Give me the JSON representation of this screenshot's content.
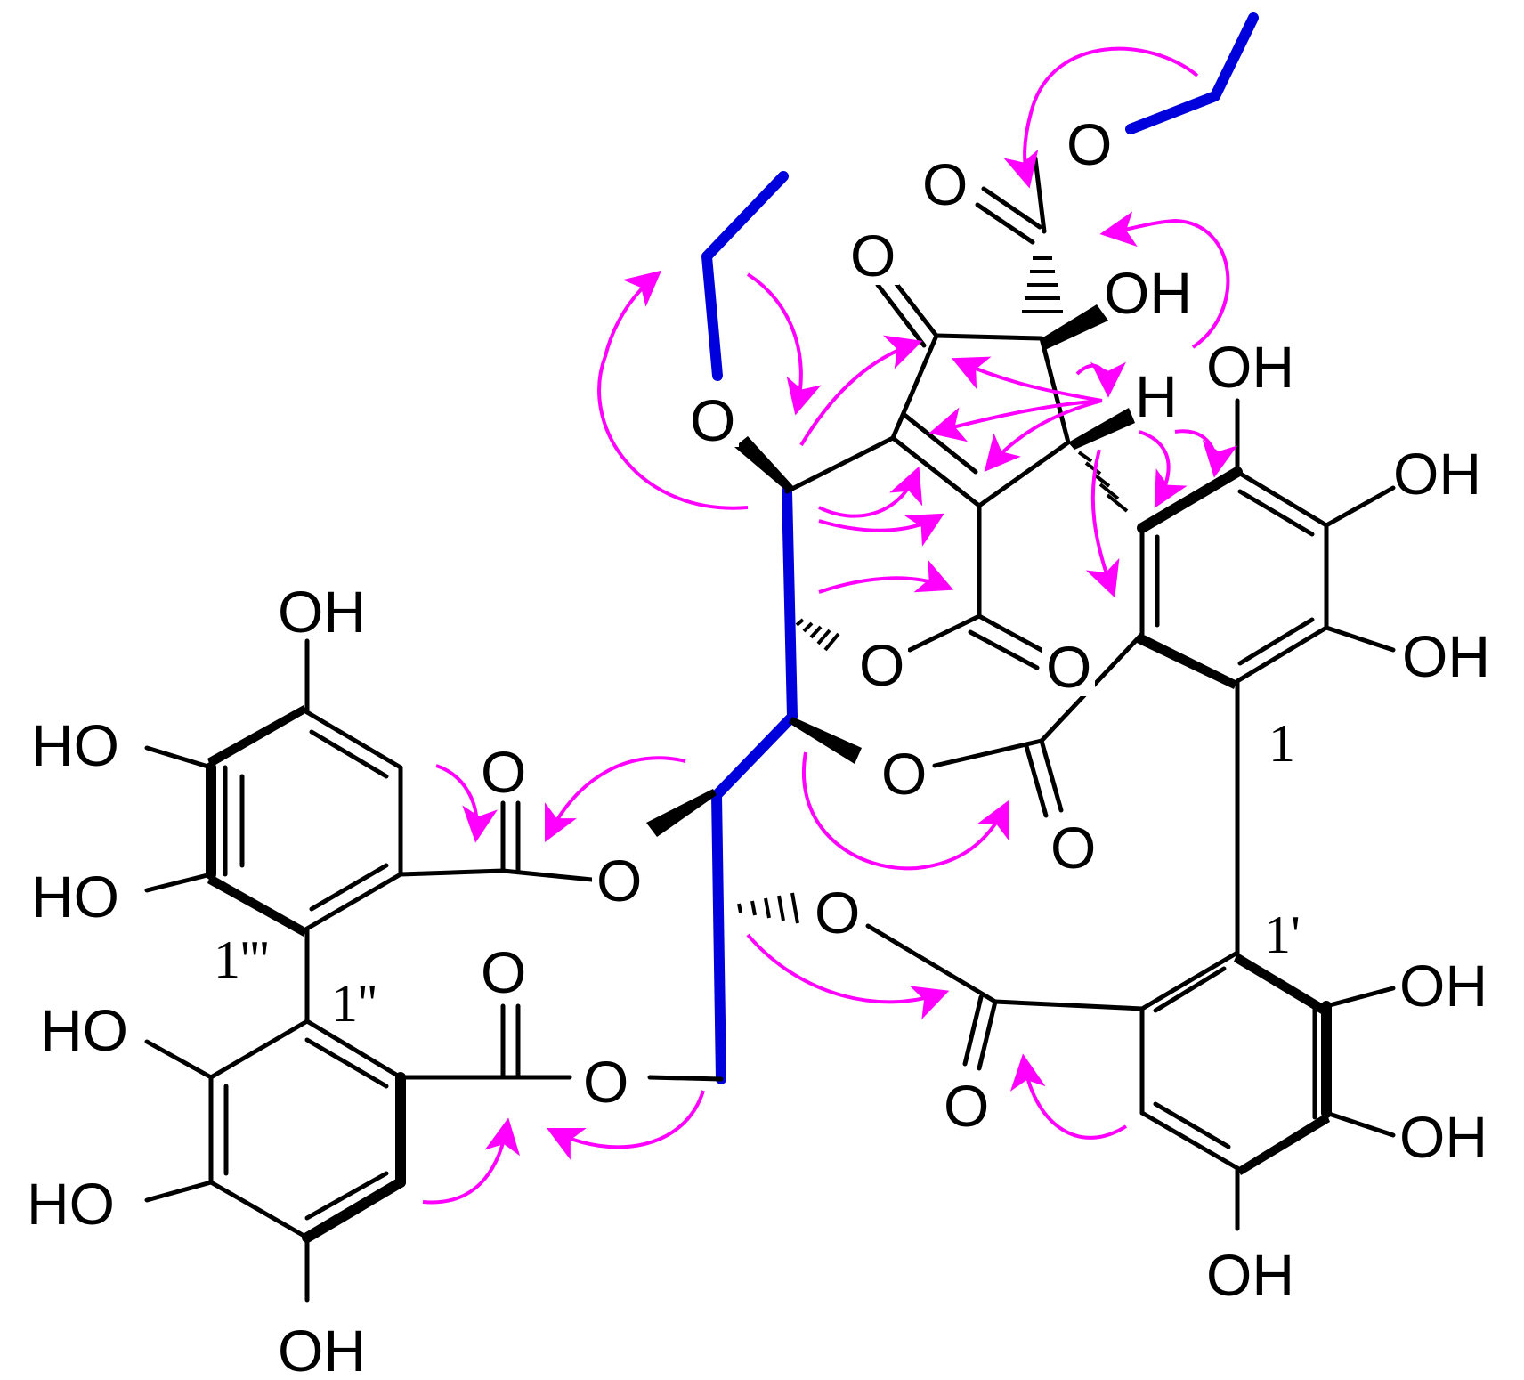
{
  "colors": {
    "bond": "#000000",
    "highlight_bond": "#0000dd",
    "correlation_arrow": "#ff00ff"
  },
  "atoms": {
    "o_ester_top": "O",
    "o_carbonyl_top": "O",
    "o_ketone": "O",
    "oh_quaternary": "OH",
    "h_stereo": "H",
    "o_ether": "O",
    "o_lactone_ring": "O",
    "o_lactone_carbonyl": "O",
    "o_ester_c3": "O",
    "o_carbonyl_c3": "O",
    "o_ester_c4": "O",
    "o_carbonyl_c4": "O",
    "o_ester_c5": "O",
    "o_carbonyl_c5": "O",
    "o_ester_c6": "O",
    "o_carbonyl_c6": "O",
    "oh_ring_a_top": "OH",
    "oh_ring_a_mid": "OH",
    "oh_ring_a_low": "OH",
    "oh_ring_b_1": "OH",
    "oh_ring_b_2": "OH",
    "oh_ring_b_3": "OH",
    "oh_ring_c_top": "OH",
    "oh_ring_c_mid": "HO",
    "oh_ring_c_low": "HO",
    "oh_ring_d_1": "HO",
    "oh_ring_d_2": "HO",
    "oh_ring_d_3": "OH"
  },
  "position_labels": {
    "c1": "1",
    "c1_prime": "1'",
    "c1_dprime": "1''",
    "c1_tprime": "1'''"
  }
}
